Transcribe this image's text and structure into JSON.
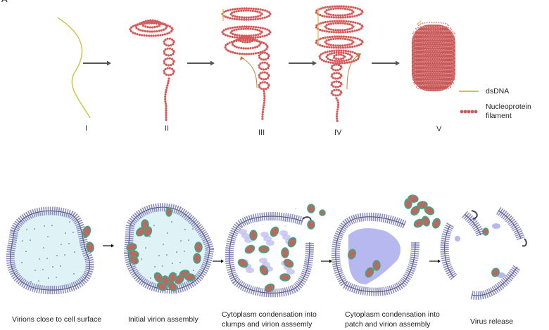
{
  "panel_label": "A",
  "top": {
    "stages": [
      "I",
      "II",
      "III",
      "IV",
      "V"
    ],
    "legend": [
      {
        "label": "dsDNA",
        "color": "#d4c24a"
      },
      {
        "label_line1": "Nucleoprotein",
        "label_line2": "filament",
        "color": "#d45a5a"
      }
    ]
  },
  "bottom": {
    "captions": [
      {
        "line1": "Virions close to cell surface"
      },
      {
        "line1": "Initial virion assembly"
      },
      {
        "line1": "Cytoplasm condensation into",
        "line2": "clumps and virion asssemly"
      },
      {
        "line1": "Cytoplasm condensation into",
        "line2": "patch and virion assembly"
      },
      {
        "line1": "Virus release"
      }
    ]
  },
  "colors": {
    "dna": "#d4c24a",
    "filament": "#d45a5a",
    "membrane": "#6a6a9a",
    "cytoplasm": "#dff3f7",
    "virion_fill": "#b86a5e",
    "virion_edge": "#3aa88a",
    "condensate": "#b8b8f0",
    "arrow": "#555555"
  }
}
